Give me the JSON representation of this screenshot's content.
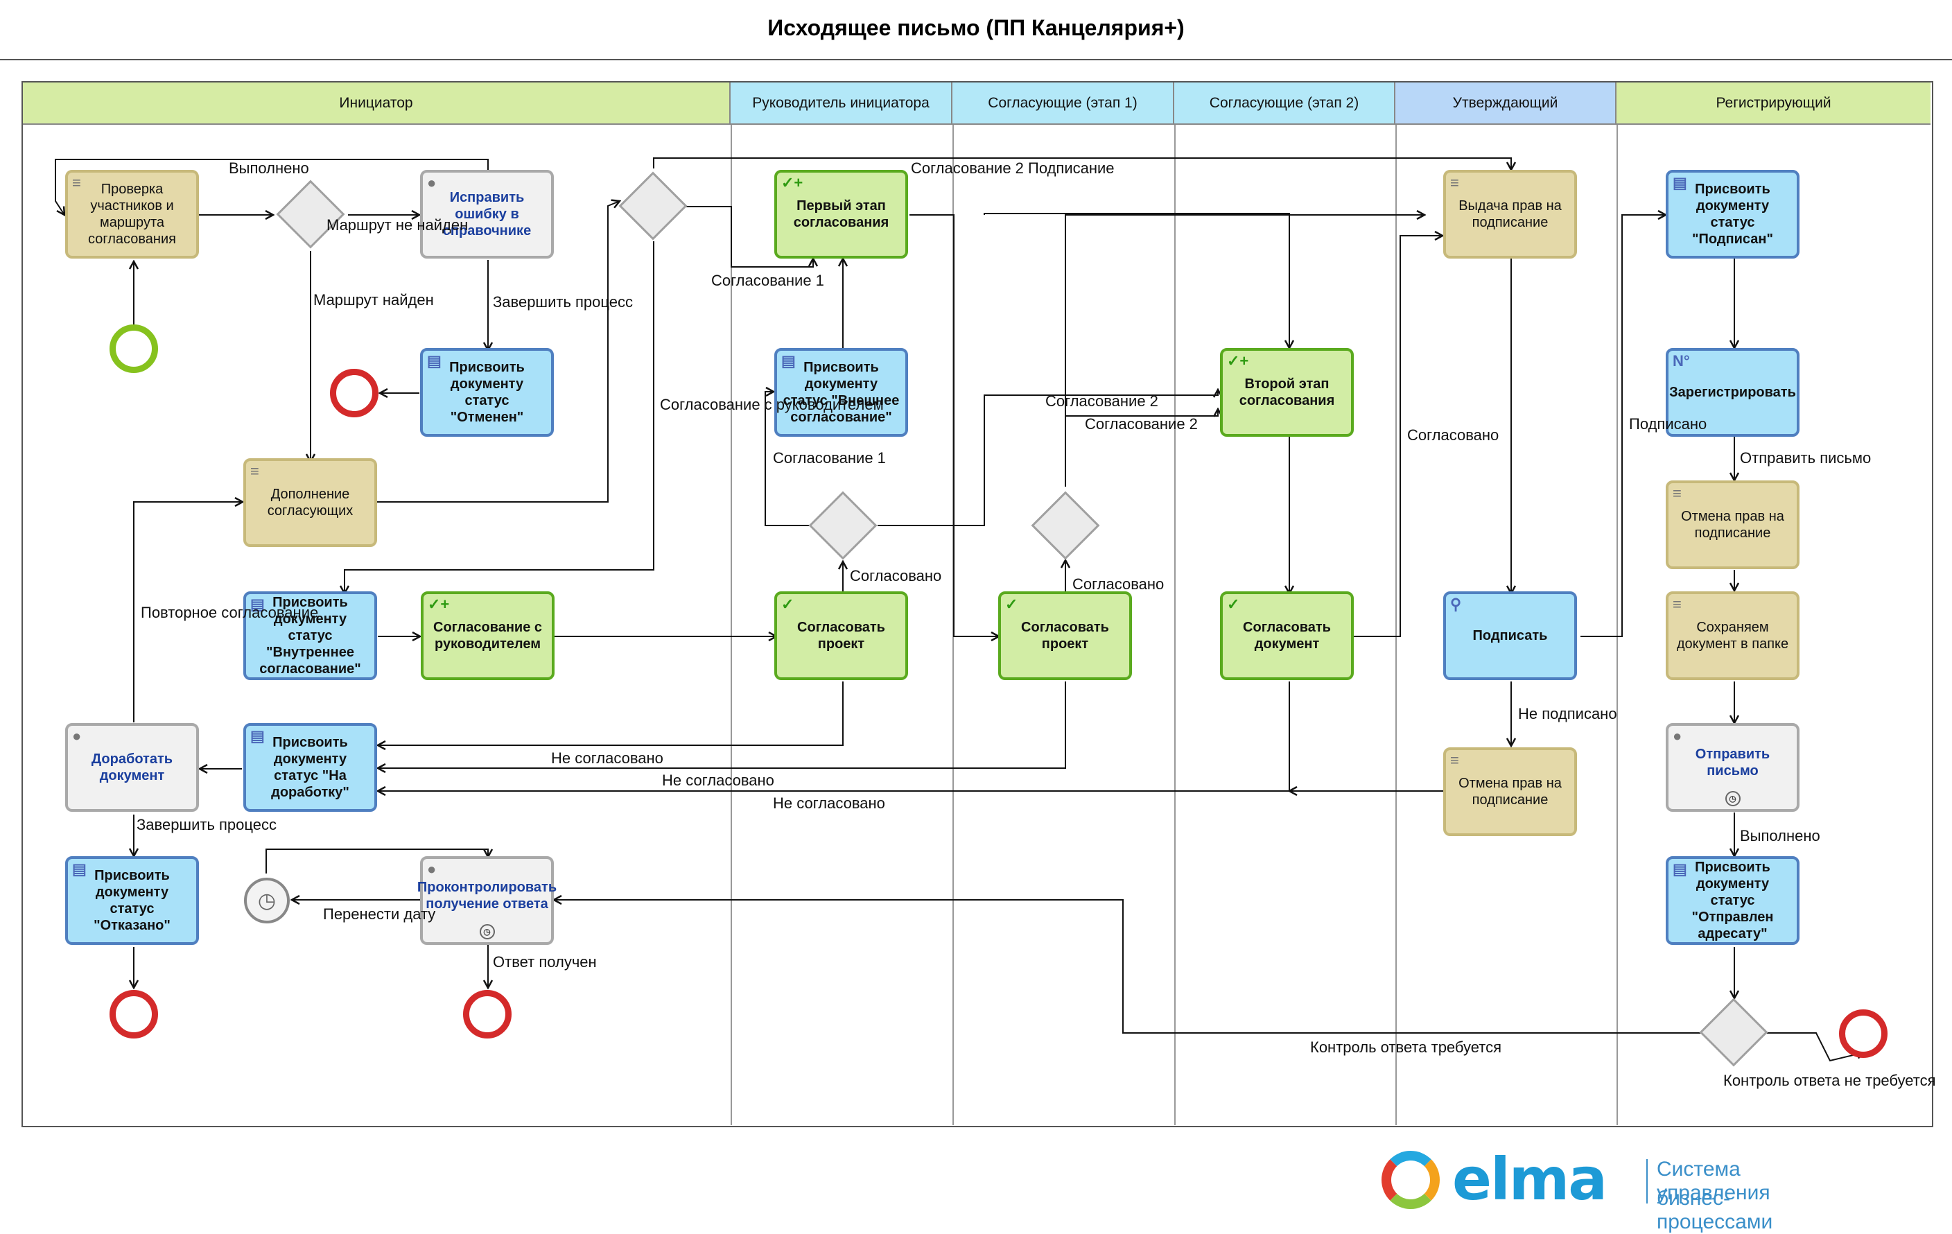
{
  "title": "Исходящее письмо (ПП Канцелярия+)",
  "lanes": [
    "Инициатор",
    "Руководитель инициатора",
    "Согласующие (этап 1)",
    "Согласующие (этап 2)",
    "Утверждающий",
    "Регистрирующий"
  ],
  "colors": {
    "lane_green": "#d6eca4",
    "lane_cyan": "#b3e8f8",
    "lane_blue": "#b8d7f8",
    "start": "#86c21e",
    "end": "#d42a2a"
  },
  "tasks": {
    "check": "Проверка участников и маршрута согласования",
    "fix": "Исправить ошибку в справочнике",
    "status_cancelled": "Присвоить документу статус \"Отменен\"",
    "add_approvers": "Дополнение согласующих",
    "status_internal": "Присвоить документу статус \"Внутреннее согласование\"",
    "agree_manager": "Согласование с руководителем",
    "rework": "Доработать документ",
    "status_rework": "Присвоить документу статус \"На доработку\"",
    "status_rejected": "Присвоить документу статус \"Отказано\"",
    "control": "Проконтролировать получение ответа",
    "stage1": "Первый этап согласования",
    "status_external": "Присвоить документу статус \"Внешнее согласование\"",
    "approve_proj1": "Согласовать проект",
    "approve_proj2": "Согласовать проект",
    "stage2": "Второй этап согласования",
    "approve_doc": "Согласовать документ",
    "grant_rights": "Выдача прав на подписание",
    "sign": "Подписать",
    "revoke_rights1": "Отмена прав на подписание",
    "status_signed": "Присвоить документу статус \"Подписан\"",
    "register": "Зарегистрировать",
    "revoke_rights2": "Отмена прав на подписание",
    "save_folder": "Сохраняем документ в папке",
    "send_letter": "Отправить письмо",
    "status_sent": "Присвоить документу статус \"Отправлен адресату\""
  },
  "flow_labels": {
    "done1": "Выполнено",
    "route_not_found": "Маршрут не найден",
    "route_found": "Маршрут найден",
    "finish1": "Завершить процесс",
    "repeat": "Повторное согласование",
    "finish2": "Завершить процесс",
    "postpone": "Перенести дату",
    "answer_received": "Ответ получен",
    "agree1a": "Согласование 1",
    "agree_with_manager": "Согласование с руководителем",
    "agree1b": "Согласование 1",
    "agreed_m": "Согласовано",
    "not_agreed1": "Не согласовано",
    "not_agreed2": "Не согласовано",
    "not_agreed3": "Не согласовано",
    "agree2_sign": "Согласование 2 Подписание",
    "agree2a": "Согласование 2",
    "agree2b": "Согласование 2",
    "agreed_s1": "Согласовано",
    "agreed_s2": "Согласовано",
    "not_signed": "Не подписано",
    "signed": "Подписано",
    "send_letter": "Отправить письмо",
    "done2": "Выполнено",
    "control_required": "Контроль ответа требуется",
    "control_not_required": "Контроль ответа не требуется"
  },
  "logo": {
    "word": "elma",
    "line1": "Система управления",
    "line2": "бизнес-процессами"
  }
}
